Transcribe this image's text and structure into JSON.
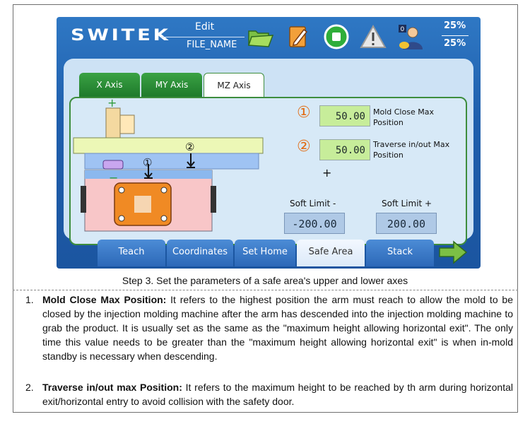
{
  "header": {
    "logo": "SWITEK",
    "mode": "Edit",
    "file_name": "FILE_NAME",
    "speed_top": "25%",
    "speed_bottom": "25%"
  },
  "tabs": [
    {
      "label": "X Axis",
      "active": false
    },
    {
      "label": "MY Axis",
      "active": false
    },
    {
      "label": "MZ Axis",
      "active": true
    }
  ],
  "diagram": {
    "plus": "+",
    "minus": "−",
    "marker1": "①",
    "marker2": "②"
  },
  "params": [
    {
      "marker": "①",
      "value": "50.00",
      "label": "Mold Close Max Position"
    },
    {
      "marker": "②",
      "value": "50.00",
      "label": "Traverse in/out Max Position"
    }
  ],
  "plus_mark": "+",
  "soft_limits": {
    "minus_label": "Soft Limit -",
    "minus_value": "-200.00",
    "plus_label": "Soft Limit +",
    "plus_value": "200.00"
  },
  "nav": [
    {
      "label": "Teach",
      "active": false
    },
    {
      "label": "Coordinates",
      "active": false
    },
    {
      "label": "Set Home",
      "active": false
    },
    {
      "label": "Safe Area",
      "active": true
    },
    {
      "label": "Stack",
      "active": false
    }
  ],
  "icons": [
    "folder-open-icon",
    "edit-icon",
    "stop-icon",
    "warning-icon",
    "user-level-icon",
    "next-arrow-icon"
  ],
  "colors": {
    "accent_green": "#2f9a3a",
    "screen_blue": "#1f5fad",
    "value_green": "#c7ed9a",
    "marker_orange": "#e26b12"
  },
  "caption": "Step 3. Set the parameters of a safe area's upper and lower axes",
  "items": [
    {
      "number": "1.",
      "term": "Mold Close Max Position:",
      "text": " It refers to the highest position the arm must reach to allow the mold to be closed by the injection molding machine after the arm has descended into the injection molding machine to grab the product. It is usually set as the same as the \"maximum height allowing horizontal exit\". The only time this value needs to be greater than the \"maximum height allowing horizontal exit\" is when in-mold standby is necessary when descending."
    },
    {
      "number": "2.",
      "term": "Traverse in/out max Position:",
      "text": " It refers to the maximum height to be reached by th arm during horizontal exit/horizontal entry to avoid collision with the safety door."
    }
  ]
}
